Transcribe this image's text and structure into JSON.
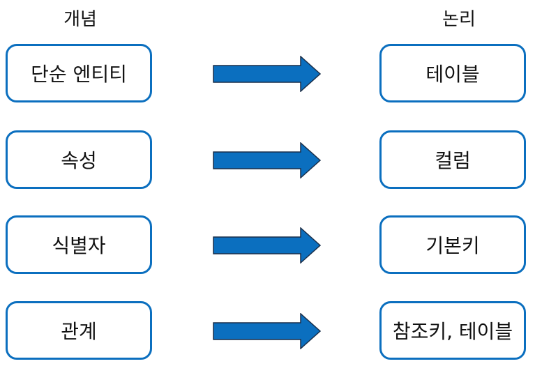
{
  "headers": {
    "left": "개념",
    "right": "논리"
  },
  "rows": [
    {
      "concept": "단순 엔티티",
      "logical": "테이블"
    },
    {
      "concept": "속성",
      "logical": "컬럼"
    },
    {
      "concept": "식별자",
      "logical": "기본키"
    },
    {
      "concept": "관계",
      "logical": "참조키, 테이블"
    }
  ],
  "colors": {
    "box_border": "#0b6fbf",
    "arrow_fill": "#0b6fbf",
    "arrow_stroke": "#1a2f4a"
  }
}
